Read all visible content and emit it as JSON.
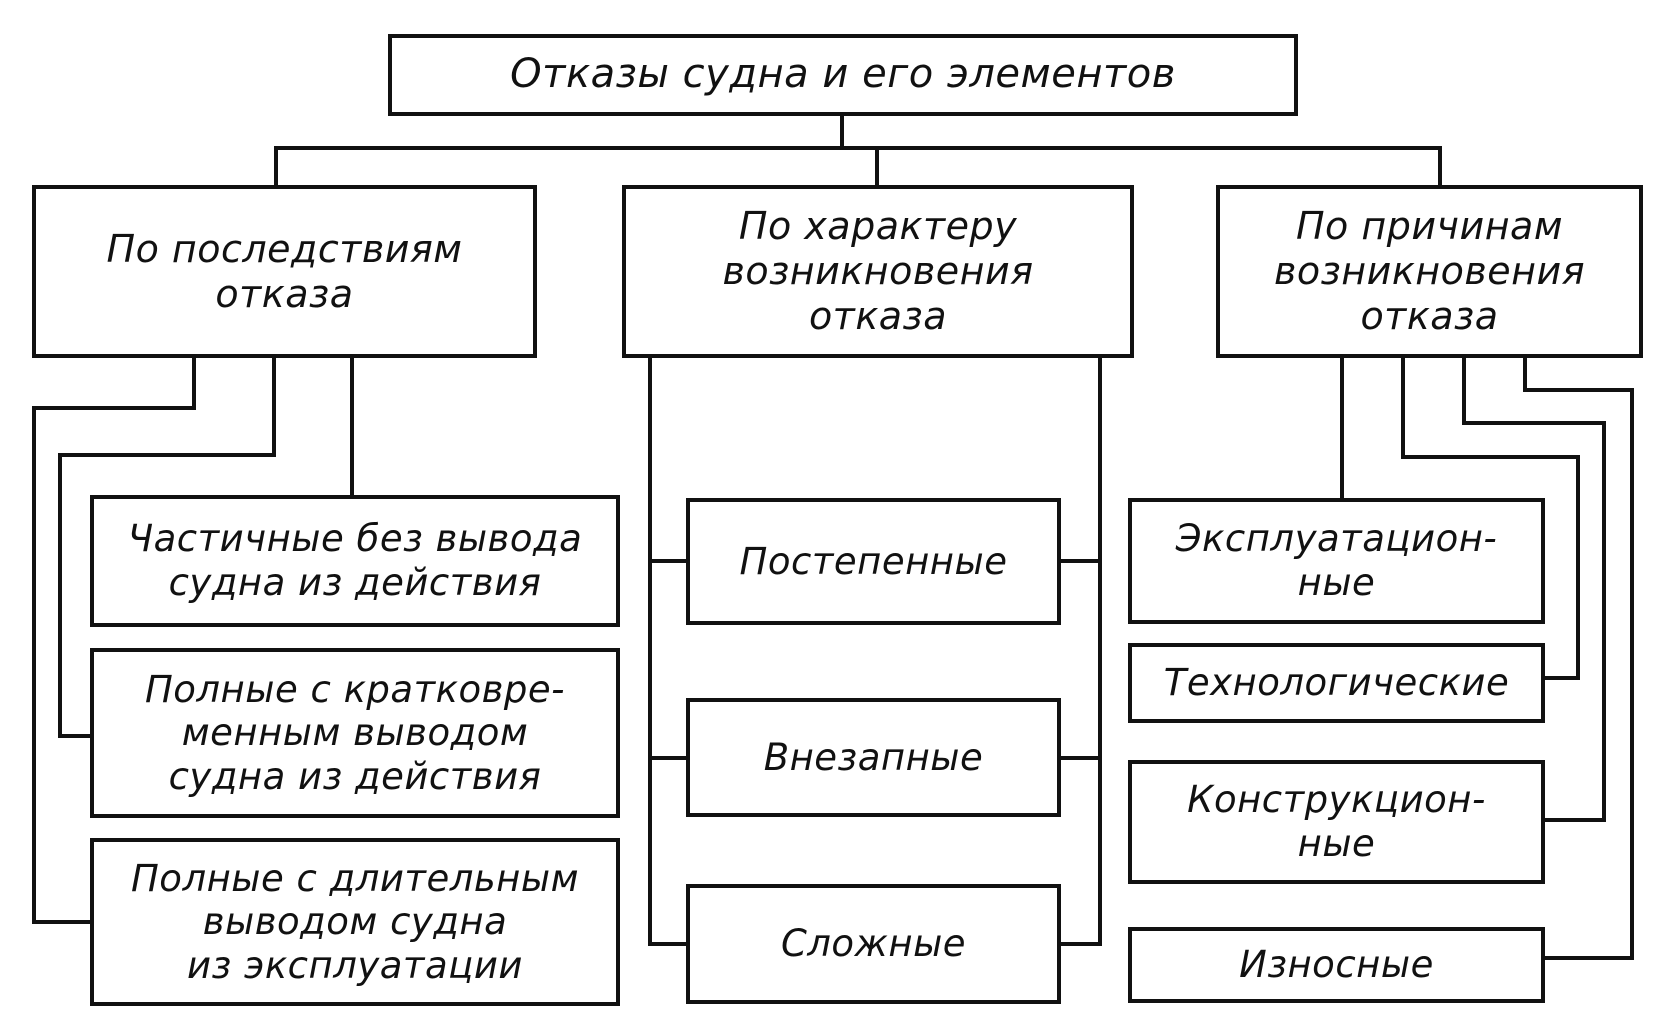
{
  "diagram": {
    "root": {
      "label": "Отказы судна и его элементов"
    },
    "categories": [
      {
        "label": "По последствиям\nотказа",
        "items": [
          "Частичные без вывода\nсудна из действия",
          "Полные с кратковре-\nменным выводом\nсудна из действия",
          "Полные с длительным\nвыводом судна\nиз эксплуатации"
        ]
      },
      {
        "label": "По характеру\nвозникновения\nотказа",
        "items": [
          "Постепенные",
          "Внезапные",
          "Сложные"
        ]
      },
      {
        "label": "По причинам\nвозникновения\nотказа",
        "items": [
          "Эксплуатацион-\nные",
          "Технологические",
          "Конструкцион-\nные",
          "Износные"
        ]
      }
    ]
  }
}
